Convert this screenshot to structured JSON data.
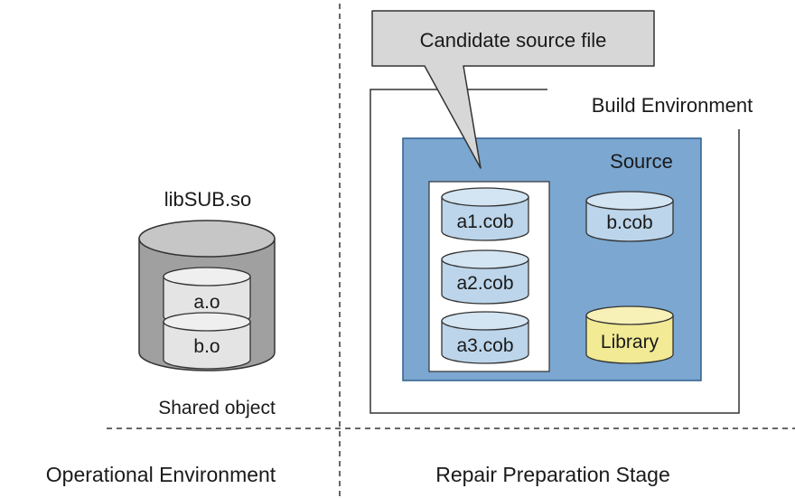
{
  "operational": {
    "shared_lib_name": "libSUB.so",
    "objects": [
      "a.o",
      "b.o"
    ],
    "caption": "Shared object",
    "section_label": "Operational Environment"
  },
  "repair": {
    "callout": "Candidate source file",
    "build_label": "Build Environment",
    "source_label": "Source",
    "candidates": [
      "a1.cob",
      "a2.cob",
      "a3.cob"
    ],
    "other_source": "b.cob",
    "library": "Library",
    "section_label": "Repair Preparation Stage"
  },
  "colors": {
    "source_fill": "#7ba7d0",
    "source_border": "#2f5f8f",
    "cob_fill": "#bcd5ea",
    "cob_top": "#d3e4f2",
    "library_fill": "#f2ea94",
    "library_top": "#f7f1b8",
    "shared_fill": "#a0a0a0",
    "shared_top": "#c6c6c6",
    "obj_fill": "#e4e4e4",
    "callout_fill": "#d7d7d7"
  }
}
